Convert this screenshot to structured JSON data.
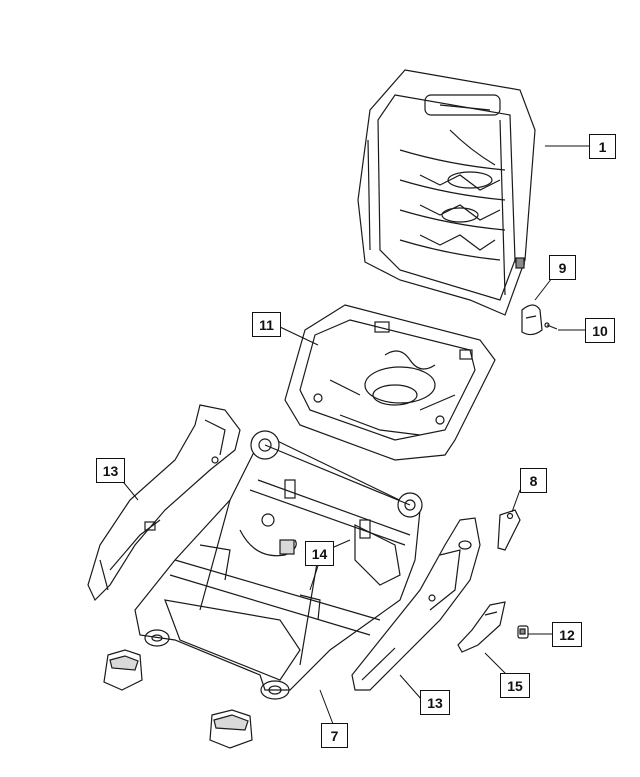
{
  "callouts": [
    {
      "id": "c1",
      "label": "1"
    },
    {
      "id": "c9",
      "label": "9"
    },
    {
      "id": "c10",
      "label": "10"
    },
    {
      "id": "c11",
      "label": "11"
    },
    {
      "id": "c13a",
      "label": "13"
    },
    {
      "id": "c8",
      "label": "8"
    },
    {
      "id": "c14",
      "label": "14"
    },
    {
      "id": "c12",
      "label": "12"
    },
    {
      "id": "c15",
      "label": "15"
    },
    {
      "id": "c13b",
      "label": "13"
    },
    {
      "id": "c7",
      "label": "7"
    }
  ]
}
